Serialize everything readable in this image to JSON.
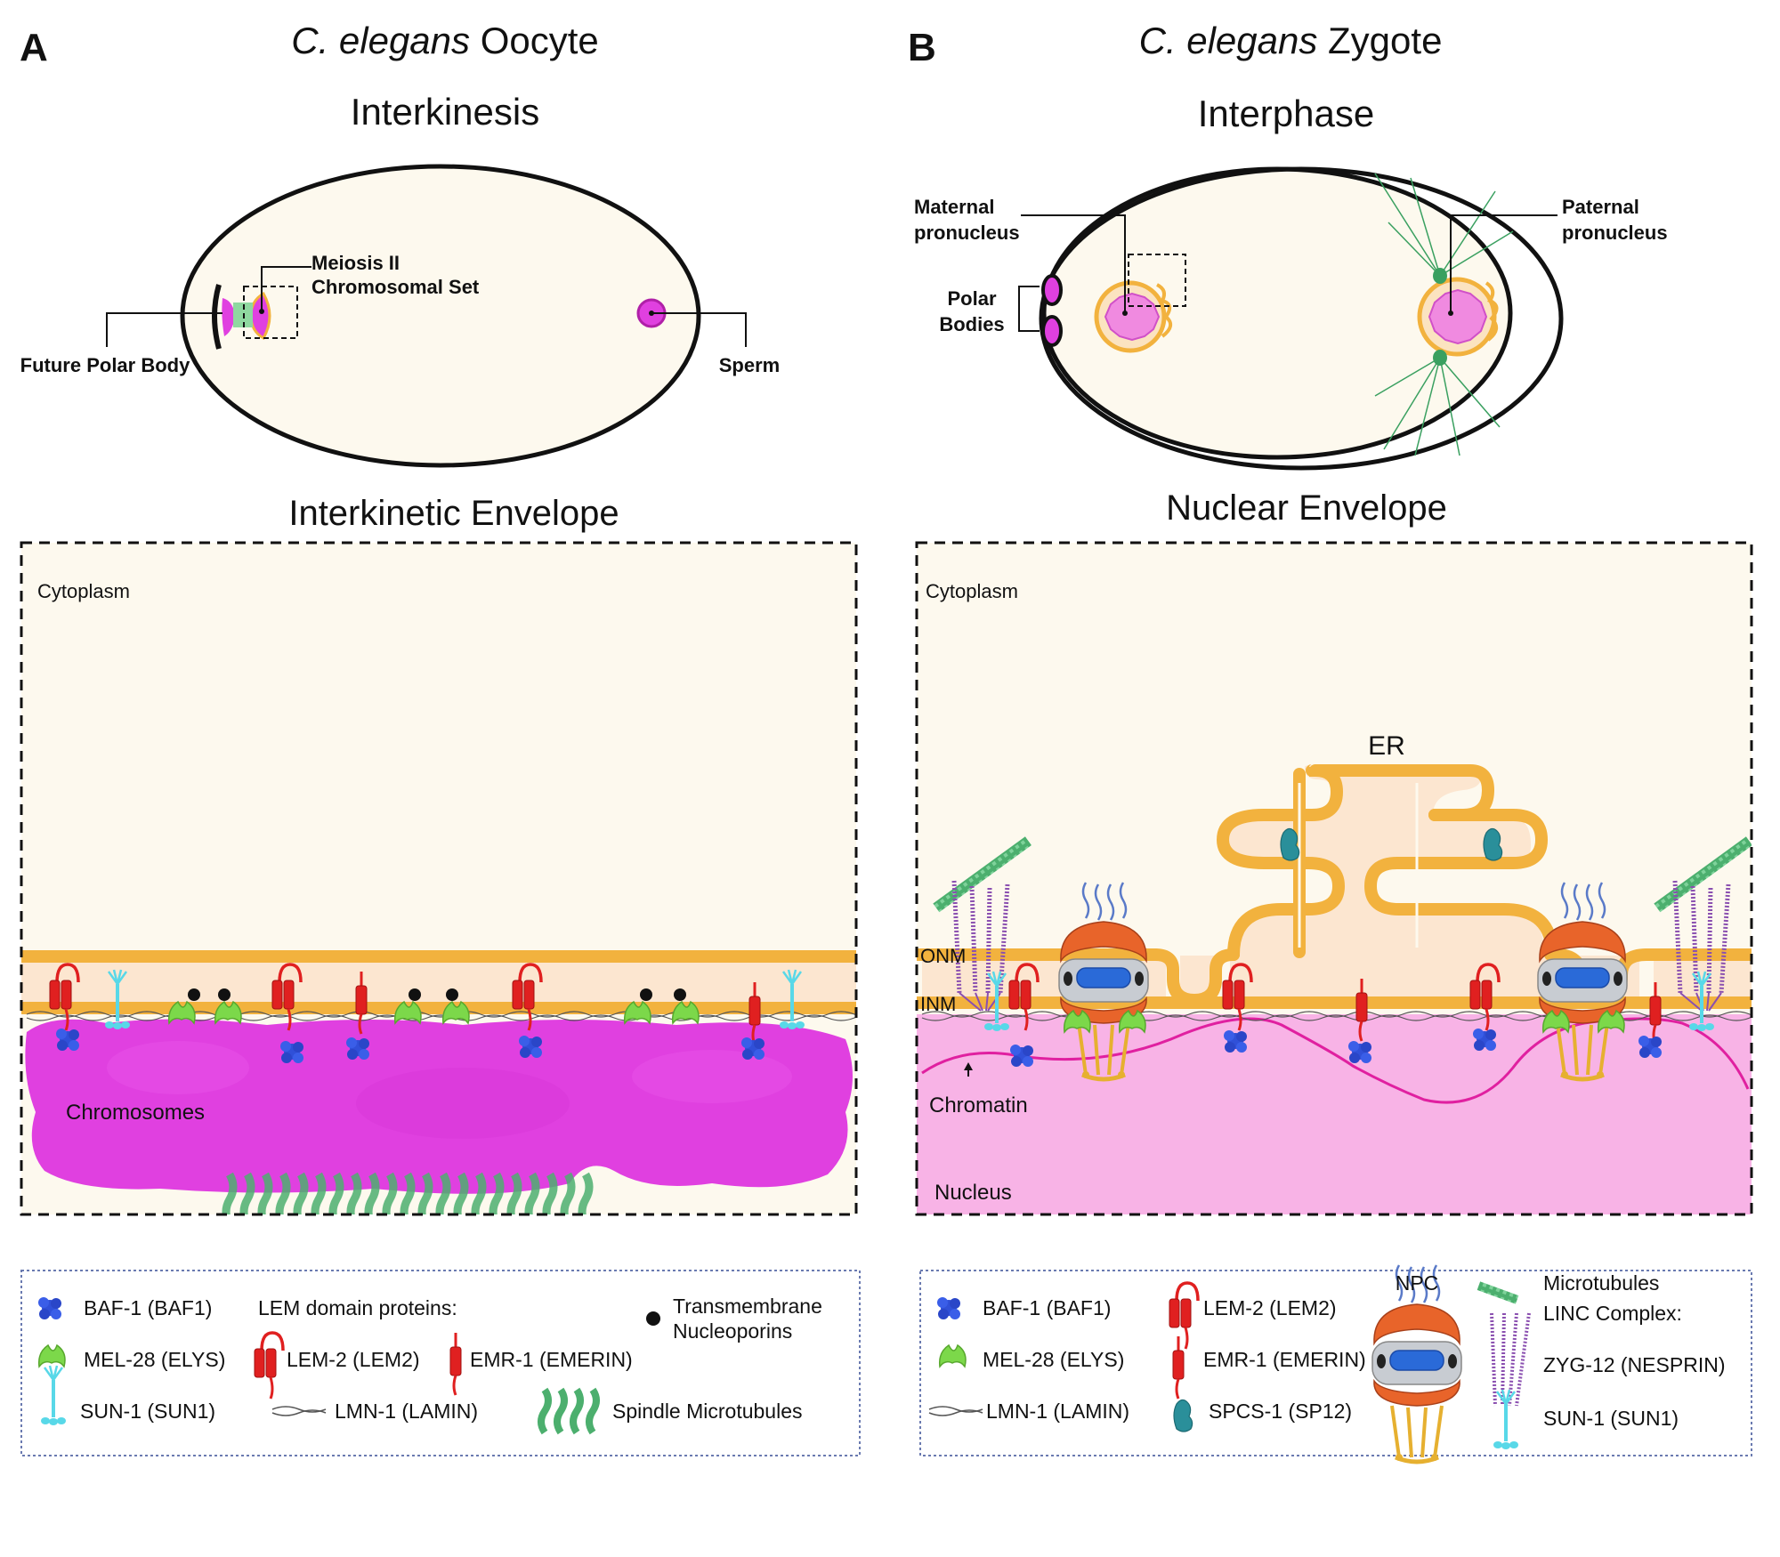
{
  "panel_a": {
    "letter": "A",
    "title_italic": "C. elegans",
    "title_rest": " Oocyte",
    "stage": "Interkinesis",
    "label_meiosis_1": "Meiosis II",
    "label_meiosis_2": "Chromosomal Set",
    "label_polar_body": "Future Polar Body",
    "label_sperm": "Sperm",
    "envelope_title": "Interkinetic Envelope",
    "label_cytoplasm": "Cytoplasm",
    "label_chromosomes": "Chromosomes"
  },
  "panel_b": {
    "letter": "B",
    "title_italic": "C. elegans",
    "title_rest": " Zygote",
    "stage": "Interphase",
    "label_maternal_1": "Maternal",
    "label_maternal_2": "pronucleus",
    "label_paternal_1": "Paternal",
    "label_paternal_2": "pronucleus",
    "label_polar_1": "Polar",
    "label_polar_2": "Bodies",
    "envelope_title": "Nuclear Envelope",
    "label_cytoplasm": "Cytoplasm",
    "label_er": "ER",
    "label_onm": "ONM",
    "label_inm": "INM",
    "label_chromatin": "Chromatin",
    "label_nucleus": "Nucleus"
  },
  "legend_a": {
    "baf": "BAF-1 (BAF1)",
    "lem_header": "LEM domain proteins:",
    "transmembrane_1": "Transmembrane",
    "transmembrane_2": "Nucleoporins",
    "mel": "MEL-28 (ELYS)",
    "lem2": "LEM-2 (LEM2)",
    "emr": "EMR-1 (EMERIN)",
    "sun": "SUN-1 (SUN1)",
    "lmn": "LMN-1 (LAMIN)",
    "spindle": "Spindle Microtubules"
  },
  "legend_b": {
    "baf": "BAF-1 (BAF1)",
    "lem2": "LEM-2 (LEM2)",
    "npc": "NPC",
    "microtubules": "Microtubules",
    "linc": "LINC Complex:",
    "mel": "MEL-28 (ELYS)",
    "emr": "EMR-1 (EMERIN)",
    "zyg": "ZYG-12 (NESPRIN)",
    "lmn": "LMN-1 (LAMIN)",
    "spcs": "SPCS-1 (SP12)",
    "sun": "SUN-1 (SUN1)"
  },
  "colors": {
    "membrane": "#f2b23e",
    "cell_fill": "#fdf9ee",
    "chromosome": "#e040e0",
    "nucleoplasm": "#f8b3e6",
    "lem": "#e02020",
    "baf": "#3050d8",
    "mel": "#7cd84a",
    "sun": "#58d8e8",
    "spcs": "#2a8f9a",
    "microtubule": "#3aa060",
    "zyg": "#8a4fb0"
  }
}
